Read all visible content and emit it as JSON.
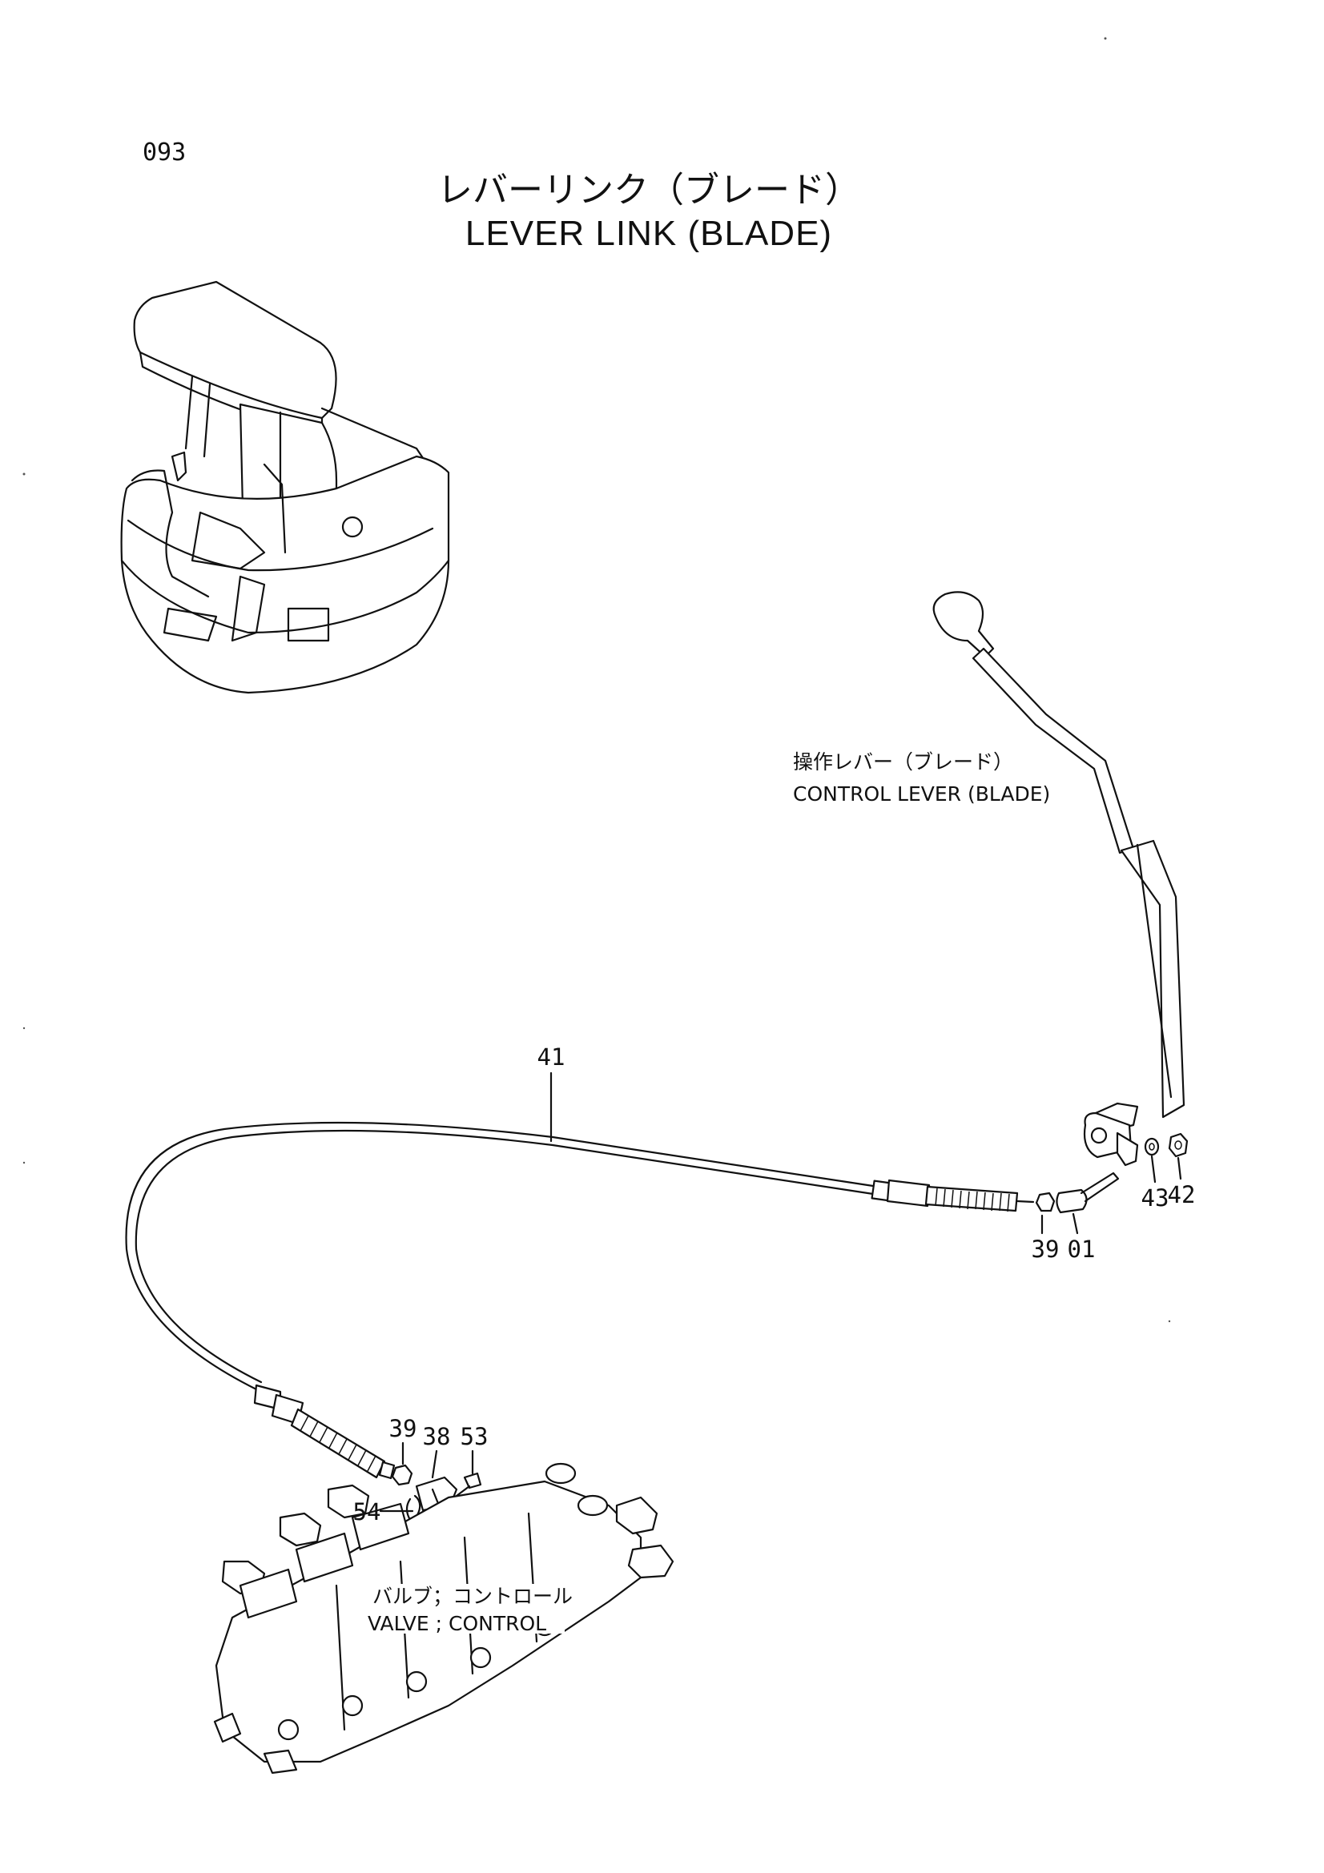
{
  "page": {
    "number": "093"
  },
  "title": {
    "jp": "レバーリンク（ブレード）",
    "en": "LEVER LINK (BLADE)"
  },
  "labels": {
    "control_lever": {
      "jp": "操作レバー（ブレード）",
      "en": "CONTROL LEVER (BLADE)"
    },
    "valve": {
      "jp": "バルブ；コントロール",
      "en": "VALVE ; CONTROL"
    }
  },
  "callouts": [
    {
      "id": "41",
      "part": "cable"
    },
    {
      "id": "39",
      "part": "nut-lever-side"
    },
    {
      "id": "01",
      "part": "ball-joint"
    },
    {
      "id": "43",
      "part": "washer"
    },
    {
      "id": "42",
      "part": "nut"
    },
    {
      "id": "39",
      "part": "nut-valve-side"
    },
    {
      "id": "38",
      "part": "bracket"
    },
    {
      "id": "53",
      "part": "bolt"
    },
    {
      "id": "54",
      "part": "clip"
    }
  ]
}
